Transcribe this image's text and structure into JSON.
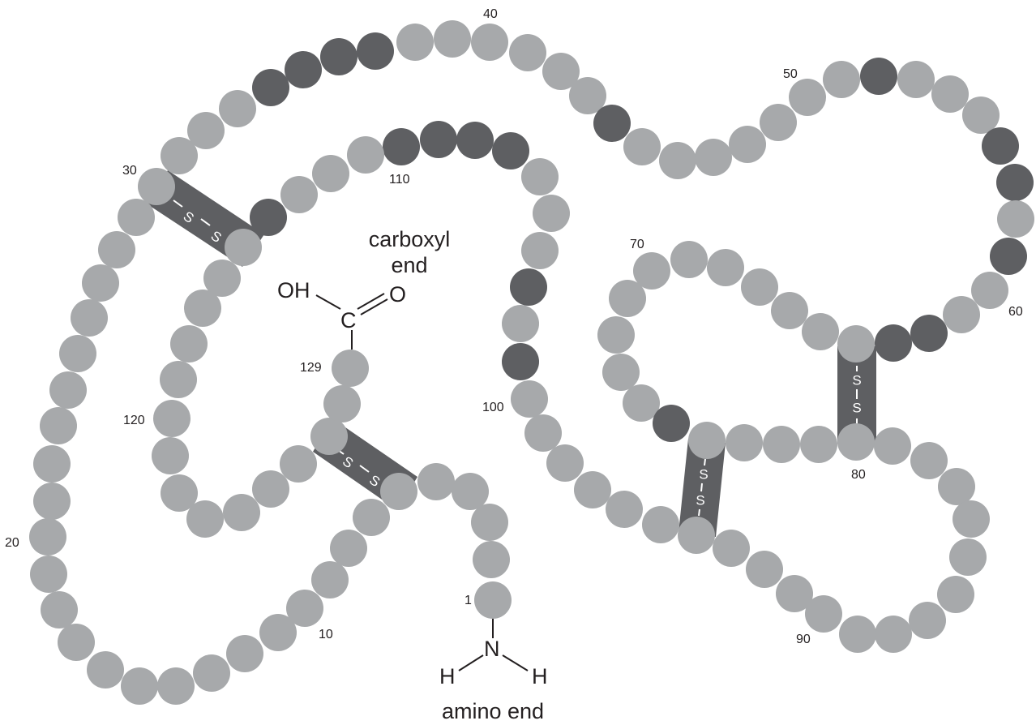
{
  "residue_numbers": {
    "n1": "1",
    "n10": "10",
    "n20": "20",
    "n30": "30",
    "n40": "40",
    "n50": "50",
    "n60": "60",
    "n70": "70",
    "n80": "80",
    "n90": "90",
    "n100": "100",
    "n110": "110",
    "n120": "120",
    "n129": "129"
  },
  "labels": {
    "carboxyl_line1": "carboxyl",
    "carboxyl_line2": "end",
    "amino_end": "amino end"
  },
  "groups": {
    "carboxyl": {
      "oh": "OH",
      "c": "C",
      "o": "O"
    },
    "amino": {
      "n": "N",
      "h_left": "H",
      "h_right": "H"
    }
  },
  "disulfide_symbol": "S",
  "colors": {
    "residue_light": "#a7a9ab",
    "residue_dark": "#5e5f62",
    "disulfide_bridge": "#5e5f62",
    "text": "#231f20"
  }
}
